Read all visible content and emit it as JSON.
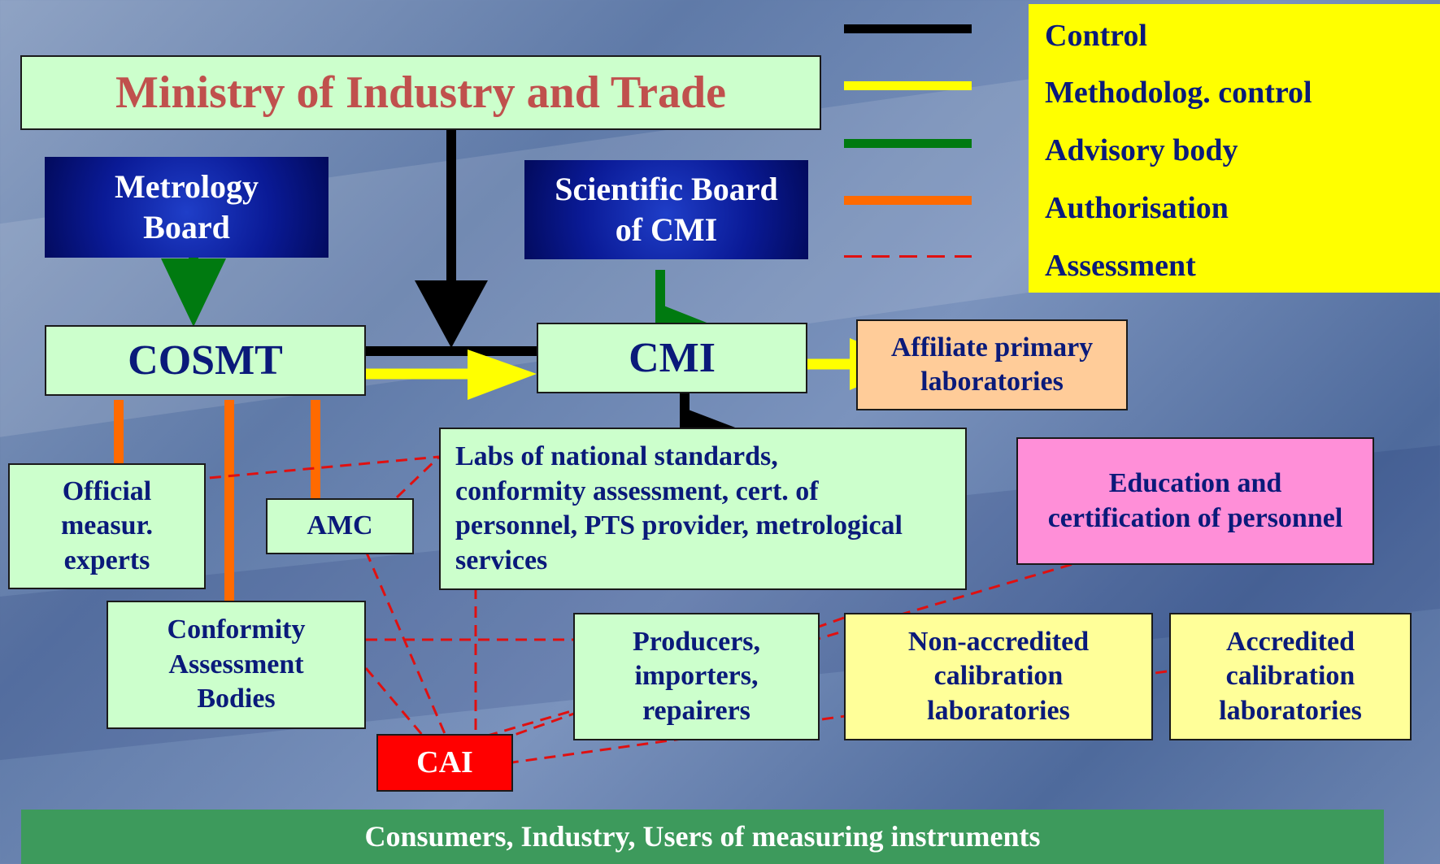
{
  "colors": {
    "control": "#000000",
    "methodological_control": "#ffff00",
    "advisory_body": "#007a10",
    "authorisation": "#ff6a00",
    "assessment": "#e01010",
    "box_fill": "#ccffcc",
    "text_navy": "#0a1a7a",
    "title_red": "#c0504d"
  },
  "legend": {
    "items": [
      {
        "label": "Control",
        "line": "solid-black"
      },
      {
        "label": "Methodolog. control",
        "line": "solid-yellow"
      },
      {
        "label": "Advisory body",
        "line": "solid-green"
      },
      {
        "label": "Authorisation",
        "line": "solid-orange"
      },
      {
        "label": "Assessment",
        "line": "dashed-red"
      }
    ]
  },
  "nodes": {
    "ministry": "Ministry of Industry and Trade",
    "metrology_board": "Metrology\nBoard",
    "scientific_board": "Scientific Board\nof CMI",
    "cosmt": "COSMT",
    "cmi": "CMI",
    "affiliate": "Affiliate primary\nlaboratories",
    "official": "Official\nmeasur.\nexperts",
    "amc": "AMC",
    "labs": "Labs of national standards,\nconformity assessment, cert. of\npersonnel, PTS provider, metrological\nservices",
    "education": "Education and\ncertification of personnel",
    "cab": "Conformity\nAssessment\nBodies",
    "producers": "Producers,\nimporters,\nrepairers",
    "nonaccredited": "Non-accredited\ncalibration\nlaboratories",
    "accredited": "Accredited\ncalibration\nlaboratories",
    "cai": "CAI",
    "consumers": "Consumers, Industry, Users of measuring instruments"
  }
}
